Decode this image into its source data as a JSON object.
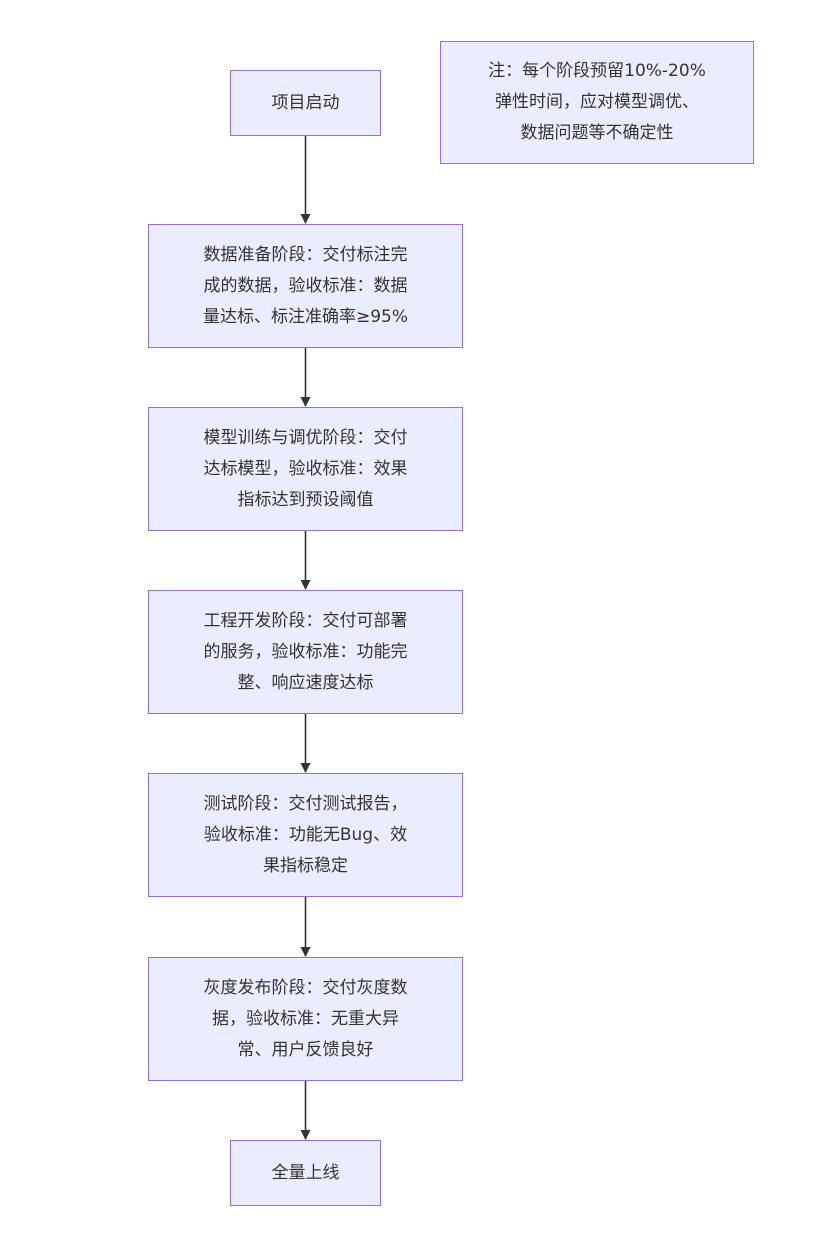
{
  "diagram": {
    "start": "项目启动",
    "stages": [
      {
        "lines": [
          "数据准备阶段：交付标注完",
          "成的数据，验收标准：数据",
          "量达标、标注准确率≥95%"
        ]
      },
      {
        "lines": [
          "模型训练与调优阶段：交付",
          "达标模型，验收标准：效果",
          "指标达到预设阈值"
        ]
      },
      {
        "lines": [
          "工程开发阶段：交付可部署",
          "的服务，验收标准：功能完",
          "整、响应速度达标"
        ]
      },
      {
        "lines": [
          "测试阶段：交付测试报告，",
          "验收标准：功能无Bug、效",
          "果指标稳定"
        ]
      },
      {
        "lines": [
          "灰度发布阶段：交付灰度数",
          "据，验收标准：无重大异",
          "常、用户反馈良好"
        ]
      }
    ],
    "end": "全量上线",
    "note": {
      "lines": [
        "注：每个阶段预留10%-20%",
        "弹性时间，应对模型调优、",
        "数据问题等不确定性"
      ]
    },
    "colors": {
      "node_fill": "#ececff",
      "node_border": "#9370db",
      "edge": "#333333",
      "text": "#333333"
    }
  }
}
